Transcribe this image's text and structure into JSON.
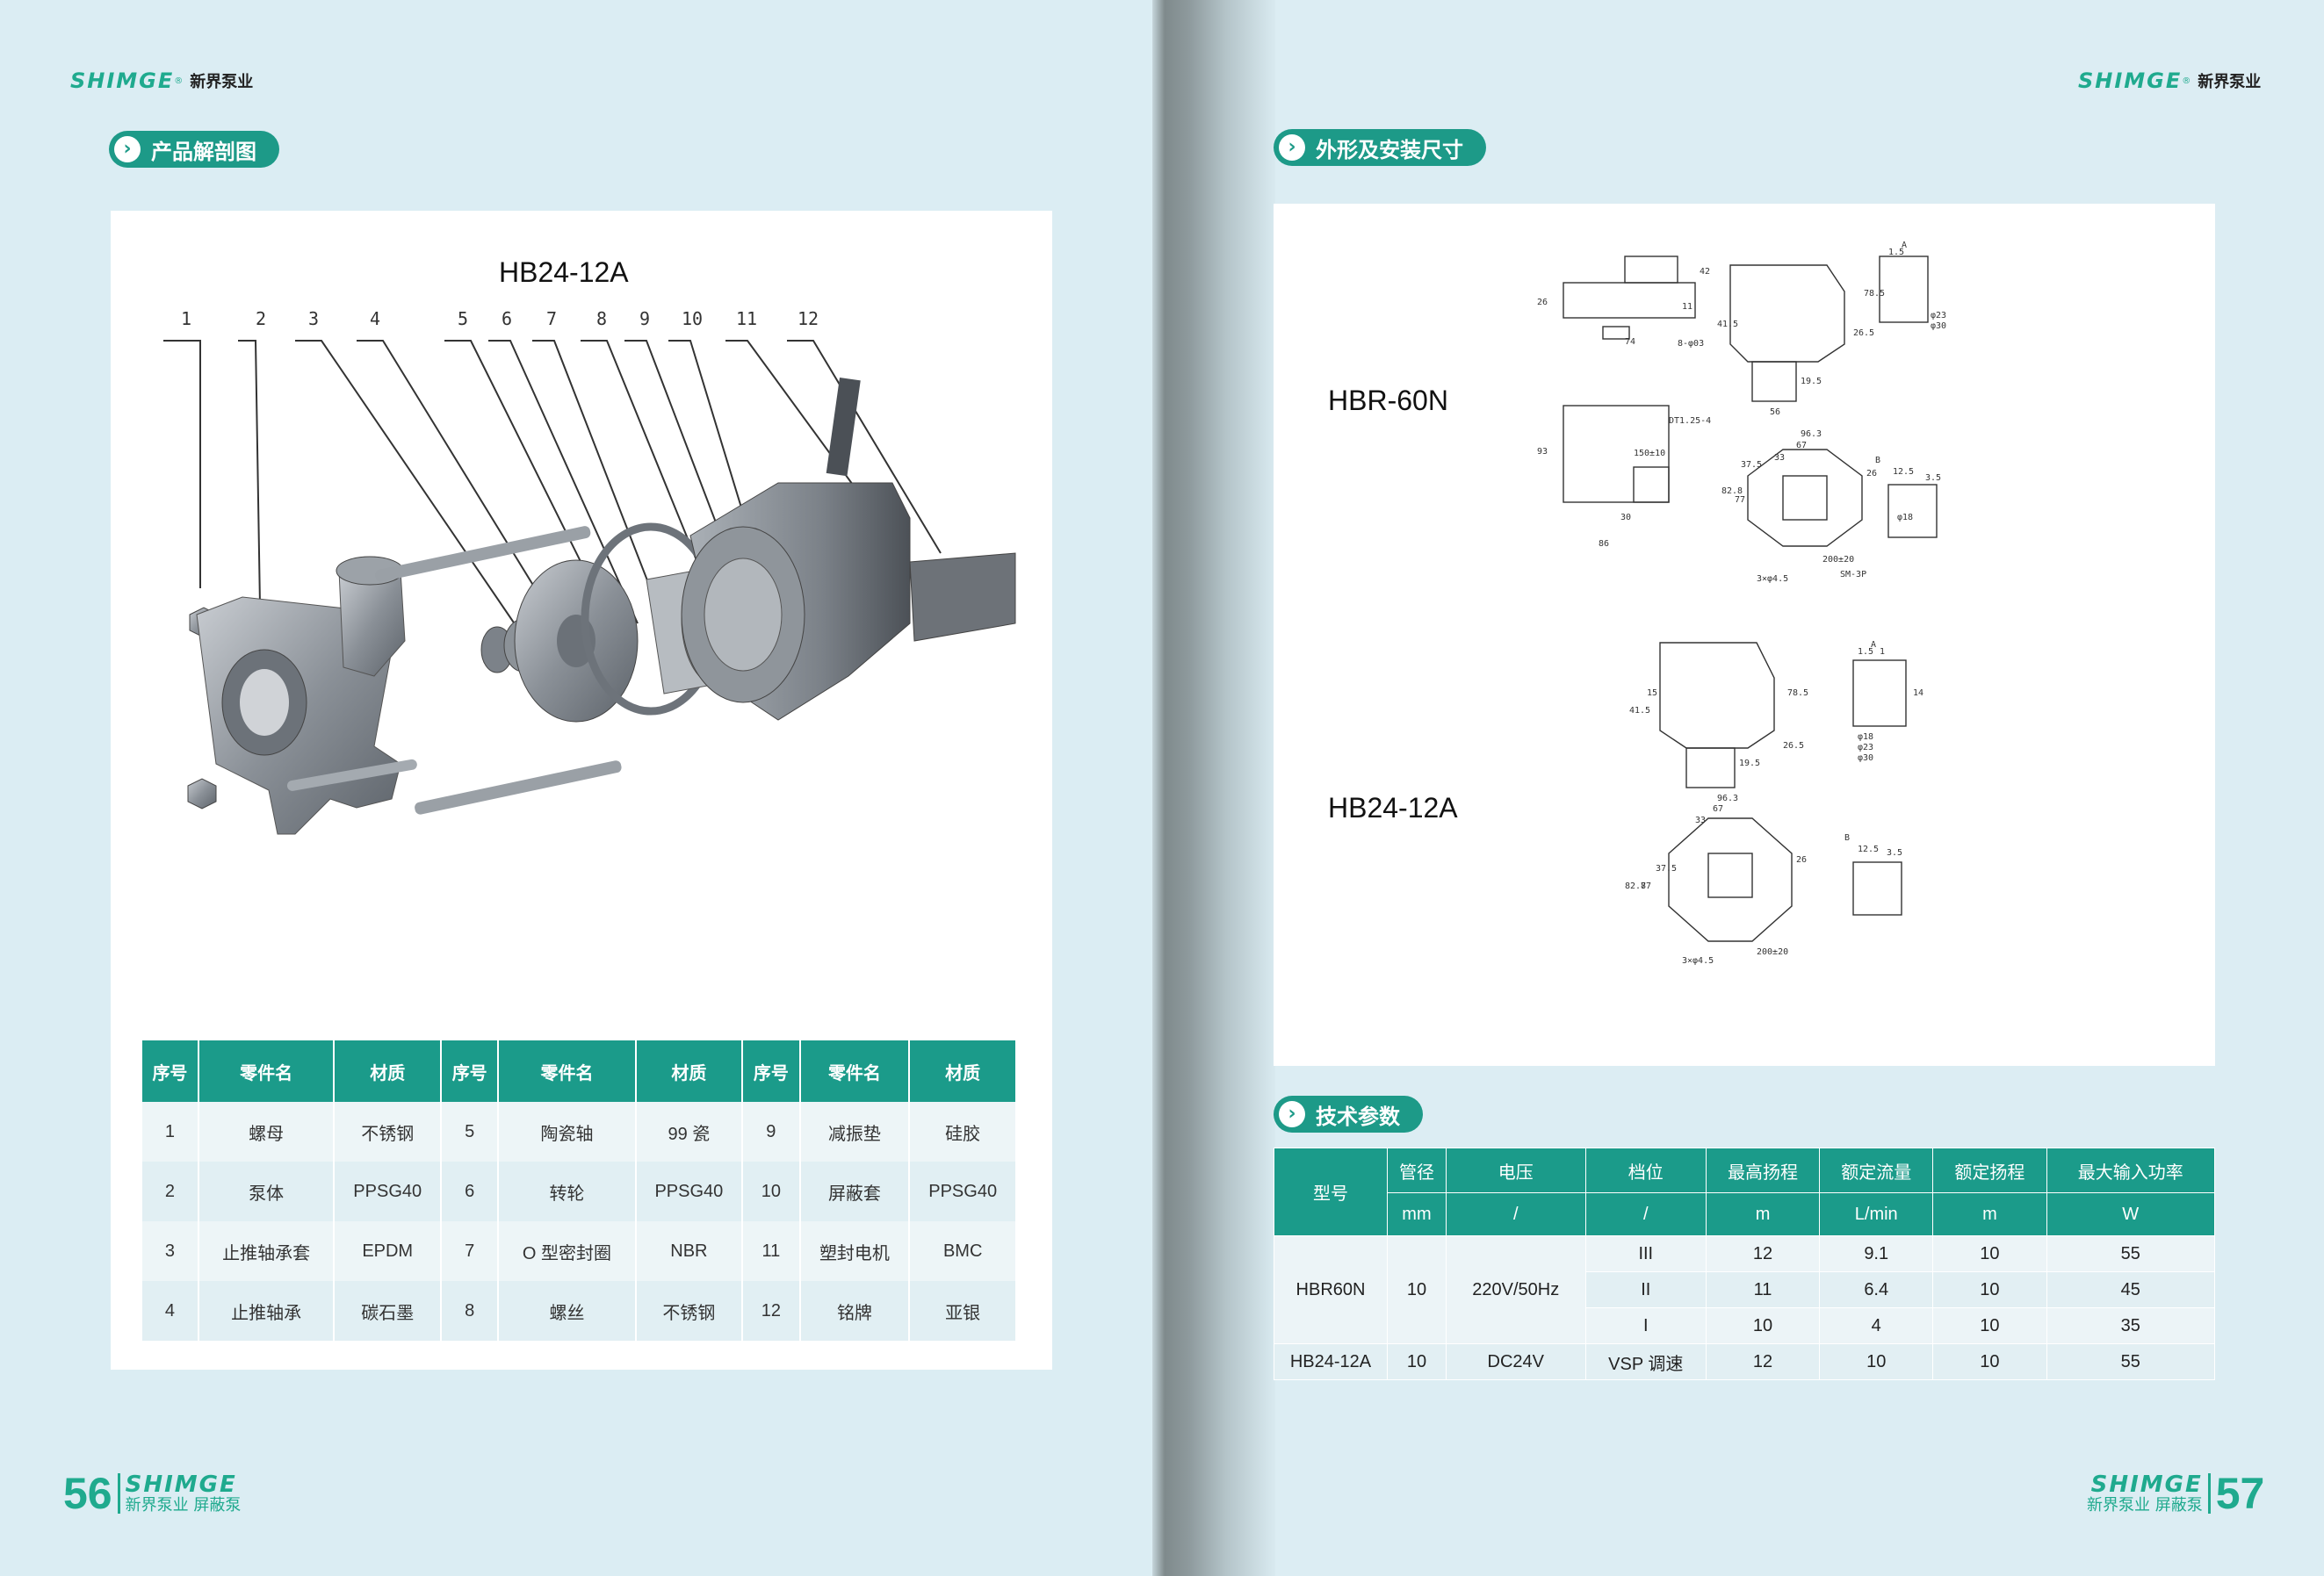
{
  "left_page": {
    "logo": {
      "brand": "SHIMGE",
      "mark": "®",
      "name": "新界泵业"
    },
    "section_title": "产品解剖图",
    "figure_title": "HB24-12A",
    "callouts": [
      "1",
      "2",
      "3",
      "4",
      "5",
      "6",
      "7",
      "8",
      "9",
      "10",
      "11",
      "12"
    ],
    "parts_table": {
      "headers": [
        "序号",
        "零件名",
        "材质",
        "序号",
        "零件名",
        "材质",
        "序号",
        "零件名",
        "材质"
      ],
      "rows": [
        [
          "1",
          "螺母",
          "不锈钢",
          "5",
          "陶瓷轴",
          "99 瓷",
          "9",
          "减振垫",
          "硅胶"
        ],
        [
          "2",
          "泵体",
          "PPSG40",
          "6",
          "转轮",
          "PPSG40",
          "10",
          "屏蔽套",
          "PPSG40"
        ],
        [
          "3",
          "止推轴承套",
          "EPDM",
          "7",
          "O 型密封圈",
          "NBR",
          "11",
          "塑封电机",
          "BMC"
        ],
        [
          "4",
          "止推轴承",
          "碳石墨",
          "8",
          "螺丝",
          "不锈钢",
          "12",
          "铭牌",
          "亚银"
        ]
      ]
    },
    "footer": {
      "page_number": "56",
      "brand": "SHIMGE",
      "sub": "新界泵业 屏蔽泵"
    }
  },
  "right_page": {
    "logo": {
      "brand": "SHIMGE",
      "mark": "®",
      "name": "新界泵业"
    },
    "section_title_dims": "外形及安装尺寸",
    "drawing_labels": [
      "HBR-60N",
      "HB24-12A"
    ],
    "dims_hbr": [
      "26",
      "74",
      "42",
      "11",
      "8-φ03",
      "41.5",
      "19.5",
      "26.5",
      "56",
      "78.5",
      "A",
      "1.5",
      "φ23",
      "φ30",
      "93",
      "DT1.25-4",
      "96.3",
      "67",
      "33",
      "150±10",
      "30",
      "82.8",
      "77",
      "37.5",
      "26",
      "200±20",
      "3×φ4.5",
      "86",
      "12.5",
      "3.5",
      "φ18",
      "B",
      "SM-3P"
    ],
    "dims_hb24": [
      "41.5",
      "15",
      "19.5",
      "26.5",
      "78.5",
      "A",
      "1.5",
      "1",
      "14",
      "φ18",
      "φ23",
      "φ30",
      "96.3",
      "67",
      "33",
      "82.8",
      "77",
      "37.5",
      "26",
      "3×φ4.5",
      "200±20",
      "12.5",
      "3.5",
      "B"
    ],
    "section_title_specs": "技术参数",
    "spec_table": {
      "header_row1": [
        "型号",
        "管径",
        "电压",
        "档位",
        "最高扬程",
        "额定流量",
        "额定扬程",
        "最大输入功率"
      ],
      "header_row2": [
        "mm",
        "/",
        "/",
        "m",
        "L/min",
        "m",
        "W"
      ],
      "hbr_model": "HBR60N",
      "hbr_pipe": "10",
      "hbr_voltage": "220V/50Hz",
      "hbr_rows": [
        [
          "III",
          "12",
          "9.1",
          "10",
          "55"
        ],
        [
          "II",
          "11",
          "6.4",
          "10",
          "45"
        ],
        [
          "I",
          "10",
          "4",
          "10",
          "35"
        ]
      ],
      "hb24_row": [
        "HB24-12A",
        "10",
        "DC24V",
        "VSP 调速",
        "12",
        "10",
        "10",
        "55"
      ]
    },
    "footer": {
      "page_number": "57",
      "brand": "SHIMGE",
      "sub": "新界泵业 屏蔽泵"
    }
  }
}
